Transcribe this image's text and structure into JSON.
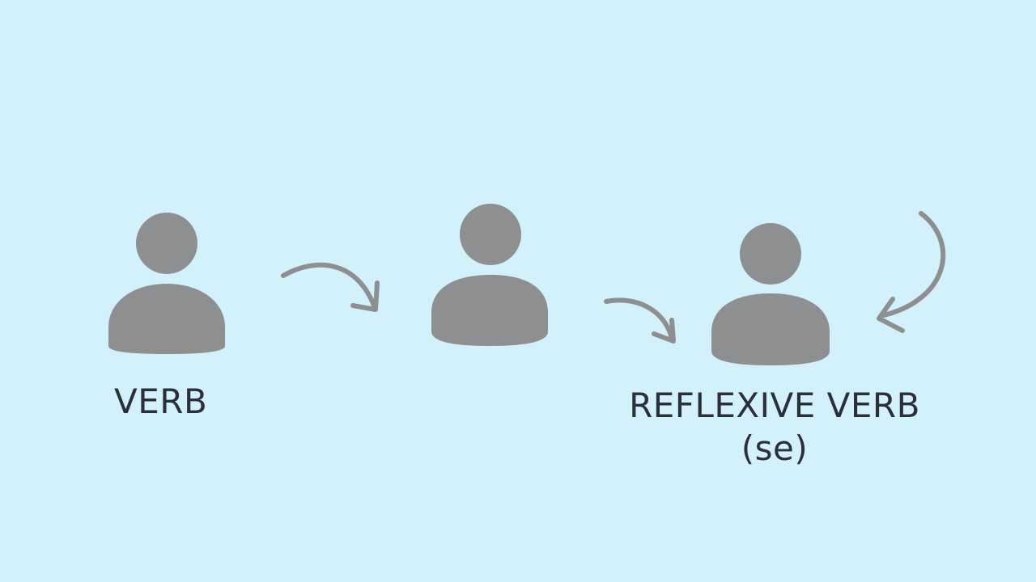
{
  "background_color": "#d2f1fb",
  "figure_color": "#8e8f90",
  "arrow_color": "#8e8f90",
  "text_color": "#2b3038",
  "figures": [
    {
      "name": "verb-subject",
      "icon": "person-icon"
    },
    {
      "name": "verb-object",
      "icon": "person-icon"
    },
    {
      "name": "reflexive-subject-object",
      "icon": "person-icon"
    }
  ],
  "arrows": [
    {
      "name": "subject-to-object",
      "icon": "curved-arrow-icon"
    },
    {
      "name": "action-to-self",
      "icon": "curved-arrow-icon"
    },
    {
      "name": "return-to-self",
      "icon": "curved-arrow-icon"
    }
  ],
  "labels": {
    "verb": "VERB",
    "reflexive_verb": "REFLEXIVE VERB",
    "reflexive_marker": "(se)"
  }
}
